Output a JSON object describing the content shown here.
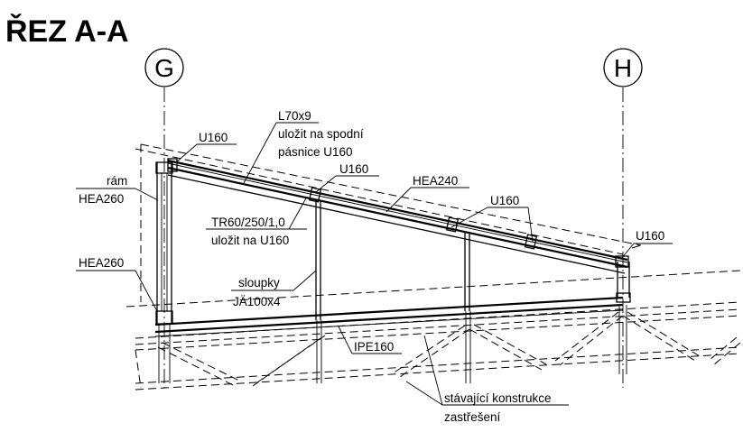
{
  "title": "ŘEZ A-A",
  "axes": {
    "left": "G",
    "right": "H"
  },
  "labels": {
    "u160_left_top": "U160",
    "l70x9_line1": "L70x9",
    "l70x9_line2": "uložit na spodní",
    "l70x9_line3": "pásnice U160",
    "u160_mid": "U160",
    "hea240": "HEA240",
    "u160_right_mid": "U160",
    "u160_right_end": "U160",
    "ram": "rám",
    "hea260_top": "HEA260",
    "hea260_bottom": "HEA260",
    "tr_line1": "TR60/250/1,0",
    "tr_line2": "uložit na U160",
    "sloupky_line1": "sloupky",
    "sloupky_line2": "JÄ100x4",
    "ipe160": "IPE160",
    "existing_line1": "stávající konstrukce",
    "existing_line2": "zastřešení"
  }
}
